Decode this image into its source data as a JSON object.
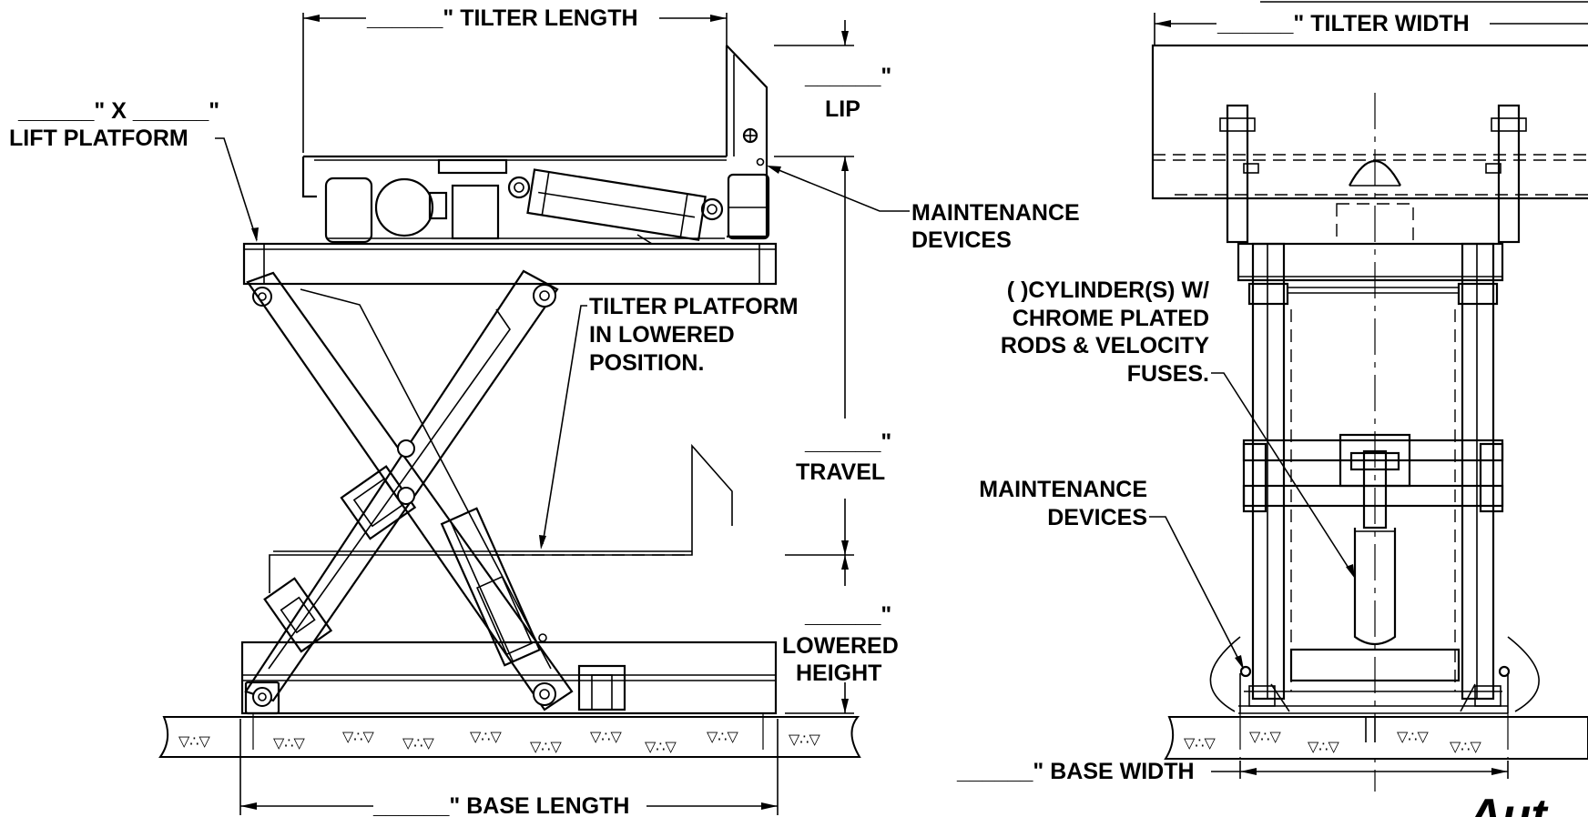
{
  "labels": {
    "tilter_length": "______\" TILTER LENGTH",
    "lip_value": "______\"",
    "lip": "LIP",
    "lift_platform_dims": "______\" X ______\"",
    "lift_platform": "LIFT PLATFORM",
    "maintenance_devices_side_1": "MAINTENANCE",
    "maintenance_devices_side_2": "DEVICES",
    "tilter_platform_1": "TILTER PLATFORM",
    "tilter_platform_2": "IN LOWERED",
    "tilter_platform_3": "POSITION.",
    "travel_value": "______\"",
    "travel": "TRAVEL",
    "lowered_height_value": "______\"",
    "lowered_height_1": "LOWERED",
    "lowered_height_2": "HEIGHT",
    "base_length": "______\" BASE LENGTH",
    "tilter_width": "______\" TILTER WIDTH",
    "cylinder_1": "(    )CYLINDER(S) W/",
    "cylinder_2": "CHROME PLATED",
    "cylinder_3": "RODS & VELOCITY",
    "cylinder_4": "FUSES.",
    "maintenance_devices_end_1": "MAINTENANCE",
    "maintenance_devices_end_2": "DEVICES",
    "base_width": "______\" BASE WIDTH",
    "brand_fragment": "Aut"
  },
  "colors": {
    "line": "#000000",
    "background": "#ffffff"
  }
}
